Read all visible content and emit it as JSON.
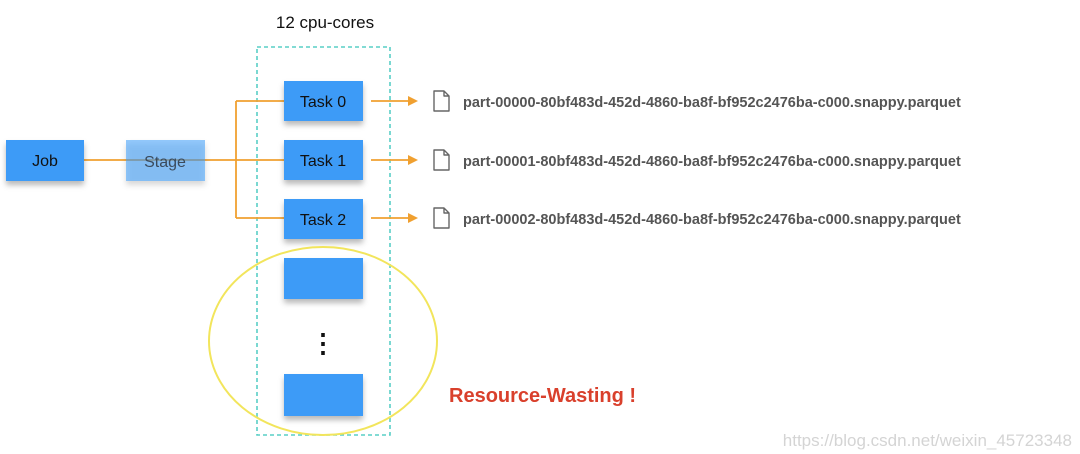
{
  "diagram": {
    "title": "12 cpu-cores",
    "job_label": "Job",
    "stage_label": "Stage",
    "tasks": [
      {
        "label": "Task 0",
        "file": "part-00000-80bf483d-452d-4860-ba8f-bf952c2476ba-c000.snappy.parquet"
      },
      {
        "label": "Task 1",
        "file": "part-00001-80bf483d-452d-4860-ba8f-bf952c2476ba-c000.snappy.parquet"
      },
      {
        "label": "Task 2",
        "file": "part-00002-80bf483d-452d-4860-ba8f-bf952c2476ba-c000.snappy.parquet"
      }
    ],
    "ellipsis": "⋮",
    "warning": "Resource-Wasting !",
    "watermark": "https://blog.csdn.net/weixin_45723348",
    "icons": {
      "file": "file-icon",
      "arrow": "arrow-right-icon"
    },
    "colors": {
      "box_fill": "#3d9bf7",
      "stage_fill": "#8cc4f7",
      "connector": "#f0a030",
      "core_border": "#59cfc6",
      "ellipse": "#f2e55c",
      "warning": "#d9402c"
    }
  }
}
